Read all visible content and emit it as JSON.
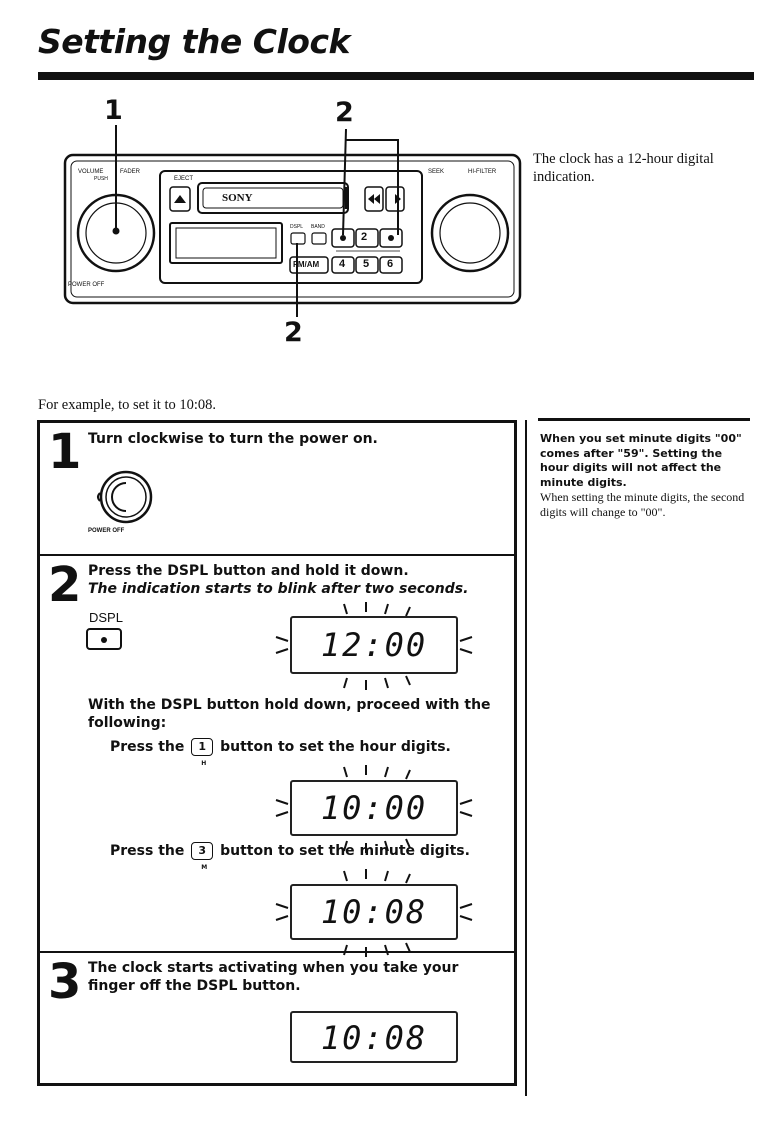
{
  "title": "Setting the Clock",
  "figure": {
    "callouts": [
      "1",
      "2",
      "2"
    ],
    "labels": {
      "volume": "VOLUME",
      "fader": "FADER",
      "push_small": "PUSH",
      "eject": "EJECT",
      "brand": "SONY",
      "seek": "SEEK",
      "hi_filter": "HI-FILTER",
      "dspl": "DSPL",
      "band": "BAND",
      "fm_am": "FM/AM",
      "power_off": "POWER OFF",
      "preset_buttons": [
        "2",
        "4",
        "5",
        "6"
      ]
    }
  },
  "side_note": "The clock has a 12-hour digital indication.",
  "example": "For example, to set it to 10:08.",
  "steps": [
    {
      "number": "1",
      "text": "Turn clockwise to turn the power on.",
      "knob_label": "POWER OFF"
    },
    {
      "number": "2",
      "text": "Press the DSPL button and hold it down.",
      "subtext": "The indication starts to blink after two seconds.",
      "button_label": "DSPL",
      "display_initial": "12:00",
      "instruction": "With the DSPL button hold down, proceed with the following:",
      "hour_prefix": "Press the",
      "hour_button": "1",
      "hour_button_sub": "H",
      "hour_suffix": "button to set the hour digits.",
      "display_hour": "10:00",
      "minute_prefix": "Press the",
      "minute_button": "3",
      "minute_button_sub": "M",
      "minute_suffix": "button to set the minute digits.",
      "display_minute": "10:08"
    },
    {
      "number": "3",
      "text": "The clock starts activating when you take your finger off the DSPL button.",
      "display_final": "10:08"
    }
  ],
  "note": {
    "bold": "When you set minute digits \"00\" comes after \"59\". Setting the hour digits will not affect the minute digits.",
    "normal": "When setting the minute digits, the second digits will change to \"00\"."
  }
}
